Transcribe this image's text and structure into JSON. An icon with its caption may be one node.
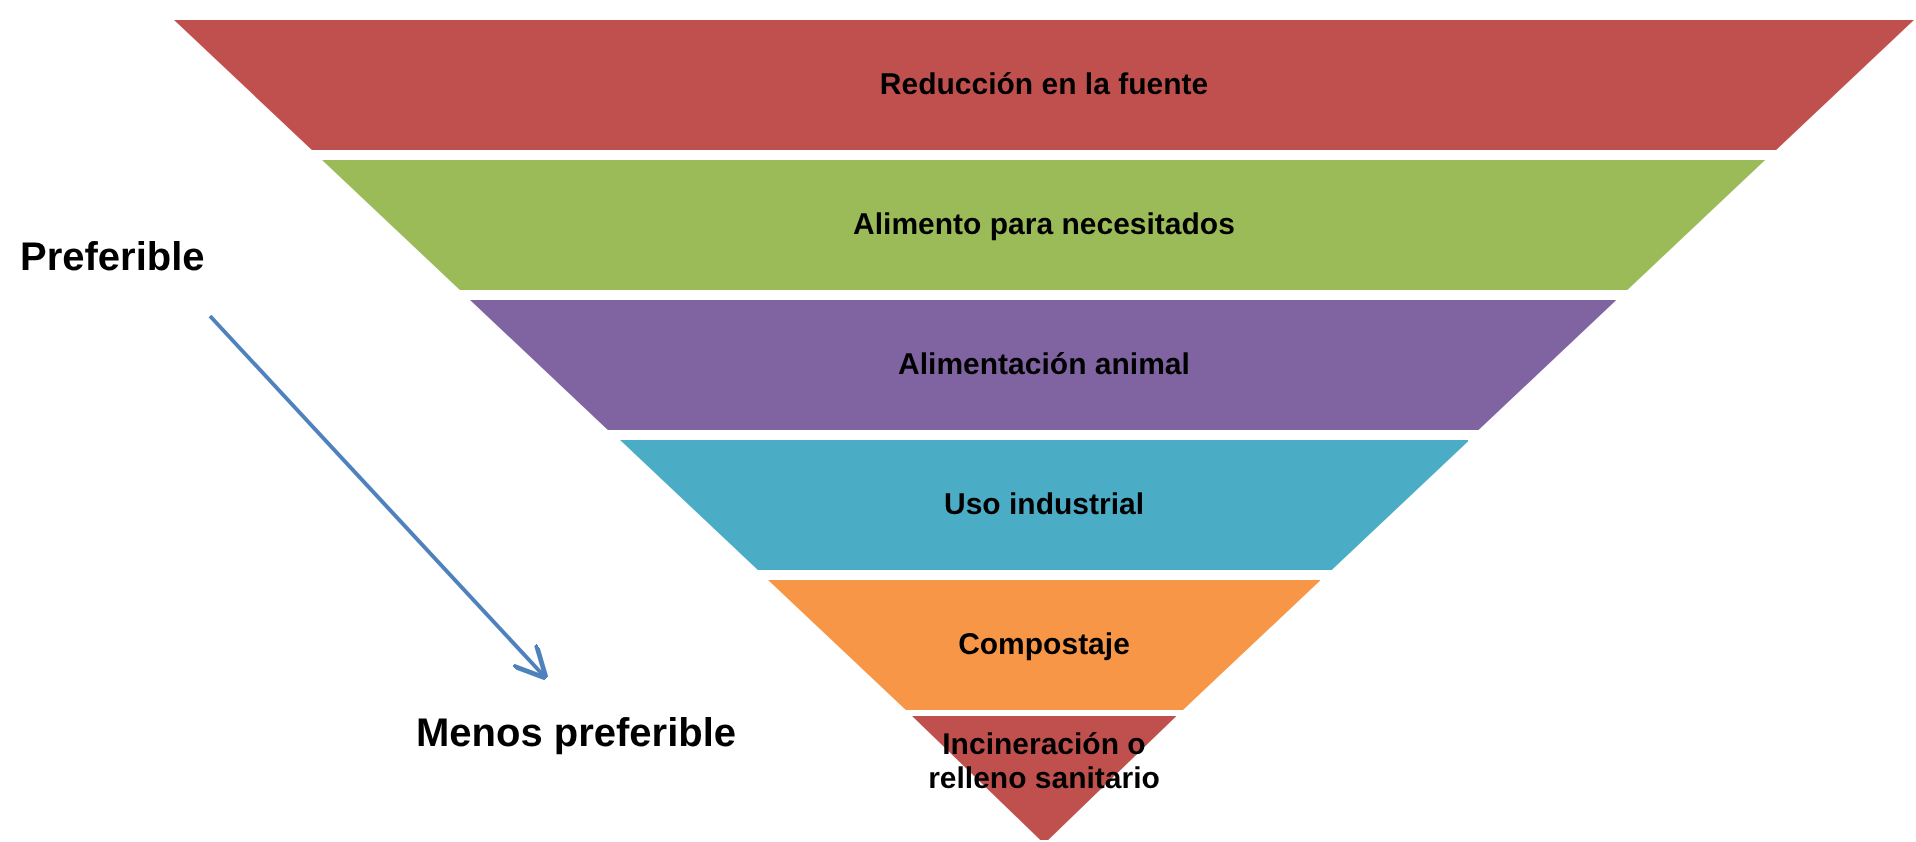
{
  "diagram": {
    "nodes": [
      {
        "text": [
          "Reducción en la fuente"
        ]
      },
      {
        "text": [
          "Alimento para necesitados"
        ]
      },
      {
        "text": [
          "Alimentación animal"
        ]
      },
      {
        "text": [
          "Uso industrial"
        ]
      },
      {
        "text": [
          "Compostaje"
        ]
      },
      {
        "text": [
          "Incineración o relleno sanitario"
        ]
      },
      {
        "text": [
          "Preferible"
        ]
      },
      {
        "text": [
          "Menos preferible"
        ]
      }
    ],
    "edges": [
      {
        "from": 6,
        "to": 7,
        "arrow": "to"
      }
    ]
  }
}
